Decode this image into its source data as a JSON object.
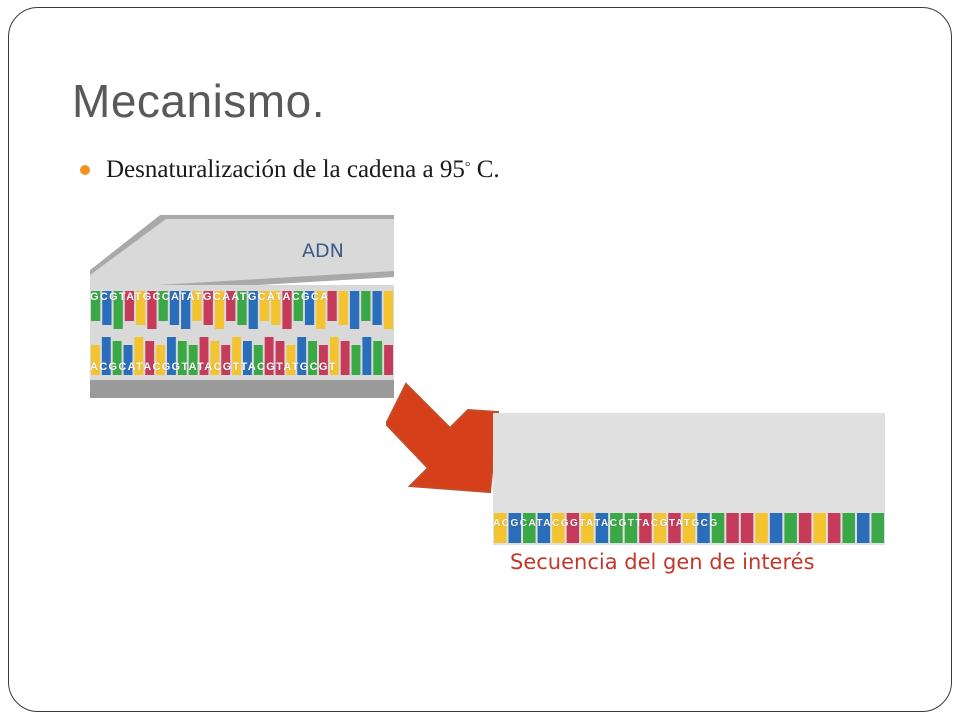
{
  "slide": {
    "title": "Mecanismo.",
    "bullet": {
      "text_before": "Desnaturalización de la cadena a 95",
      "degree": "°",
      "text_after": " C."
    }
  },
  "dna_figure": {
    "label": "ADN",
    "top_strand": "GCGTATGCCATATGCAATGCATACGCA",
    "bottom_strand": "ACGCATACGGTATACGTTACGTATGCGT",
    "base_colors": {
      "A": "#f4c430",
      "C": "#2a6ebb",
      "G": "#3aa845",
      "T": "#c73b5a"
    }
  },
  "gene_figure": {
    "strand": "ACGCATACGGTATACGTTACGTATGCG",
    "caption": "Secuencia del gen de interés"
  },
  "colors": {
    "accent_bullet": "#f29222",
    "arrow": "#d5401a",
    "title_text": "#595959",
    "adn_label": "#3d5a89",
    "caption_text": "#c0392b"
  }
}
